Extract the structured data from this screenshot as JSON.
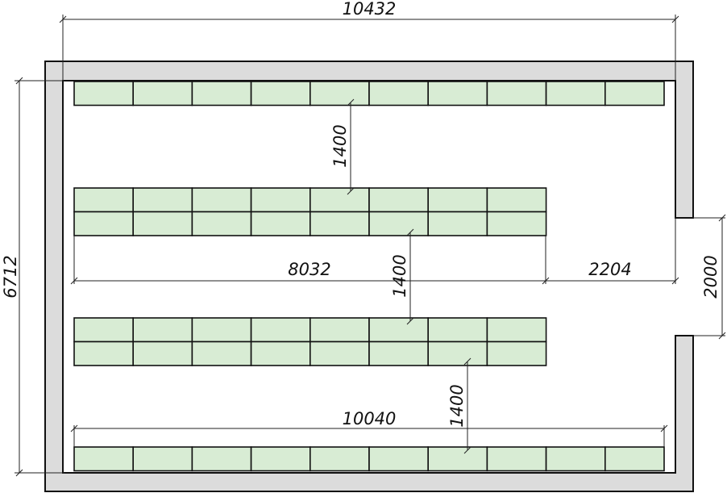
{
  "colors": {
    "wall_fill": "#dcdcdc",
    "shelf_fill": "#d8ecd4",
    "line": "#111111"
  },
  "dimensions": {
    "overall_width": "10432",
    "overall_height": "6712",
    "row_length": "8032",
    "side_gap": "2204",
    "door_width": "2000",
    "bottom_row_length": "10040",
    "aisle_1": "1400",
    "aisle_2": "1400",
    "aisle_3": "1400"
  },
  "rows": [
    {
      "name": "row-1",
      "modules": 10,
      "tiers": 1
    },
    {
      "name": "row-2",
      "modules": 8,
      "tiers": 2
    },
    {
      "name": "row-3",
      "modules": 8,
      "tiers": 2
    },
    {
      "name": "row-4",
      "modules": 10,
      "tiers": 1
    }
  ]
}
